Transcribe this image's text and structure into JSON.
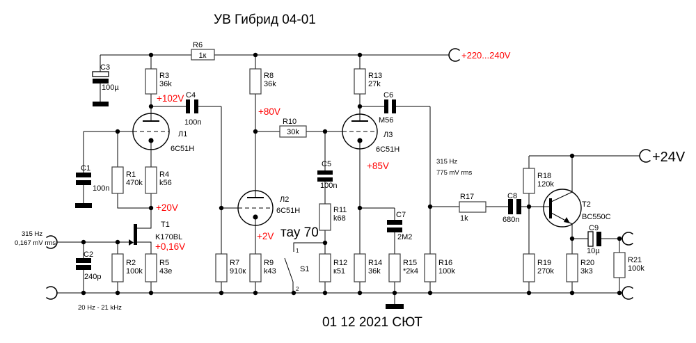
{
  "title": "УВ Гибрид 04-01",
  "signature": "01 12  2021 СЮТ",
  "power": {
    "hv": "+220...240V",
    "lv": "+24V"
  },
  "input": {
    "freq": "315 Hz",
    "level": "0,167 mV rms",
    "band": "20 Hz - 21 kHz"
  },
  "output": {
    "freq": "315 Hz",
    "level": "775 mV rms"
  },
  "note": "тау 70",
  "voltages": {
    "v1": "+102V",
    "v2": "+20V",
    "v3": "+0,16V",
    "v4": "+80V",
    "v5": "+2V",
    "v6": "+85V"
  },
  "resistors": {
    "R1": {
      "ref": "R1",
      "value": "470k"
    },
    "R2": {
      "ref": "R2",
      "value": "100k"
    },
    "R3": {
      "ref": "R3",
      "value": "36k"
    },
    "R4": {
      "ref": "R4",
      "value": "k56"
    },
    "R5": {
      "ref": "R5",
      "value": "43e"
    },
    "R6": {
      "ref": "R6",
      "value": "1к"
    },
    "R7": {
      "ref": "R7",
      "value": "910к"
    },
    "R8": {
      "ref": "R8",
      "value": "36k"
    },
    "R9": {
      "ref": "R9",
      "value": "k43"
    },
    "R10": {
      "ref": "R10",
      "value": "30k"
    },
    "R11": {
      "ref": "R11",
      "value": "k68"
    },
    "R12": {
      "ref": "R12",
      "value": "к51"
    },
    "R13": {
      "ref": "R13",
      "value": "27k"
    },
    "R14": {
      "ref": "R14",
      "value": "36k"
    },
    "R15": {
      "ref": "R15",
      "value": "*2k4"
    },
    "R16": {
      "ref": "R16",
      "value": "100k"
    },
    "R17": {
      "ref": "R17",
      "value": "1k"
    },
    "R18": {
      "ref": "R18",
      "value": "120k"
    },
    "R19": {
      "ref": "R19",
      "value": "270k"
    },
    "R20": {
      "ref": "R20",
      "value": "3k3"
    },
    "R21": {
      "ref": "R21",
      "value": "100k"
    }
  },
  "capacitors": {
    "C1": {
      "ref": "C1",
      "value": "100n"
    },
    "C2": {
      "ref": "C2",
      "value": "240p"
    },
    "C3": {
      "ref": "C3",
      "value": "100µ"
    },
    "C4": {
      "ref": "C4",
      "value": "100n"
    },
    "C5": {
      "ref": "C5",
      "value": "100n"
    },
    "C6": {
      "ref": "C6",
      "value": "M56"
    },
    "C7": {
      "ref": "C7",
      "value": "2M2"
    },
    "C8": {
      "ref": "C8",
      "value": "680n"
    },
    "C9": {
      "ref": "C9",
      "value": "10µ"
    }
  },
  "tubes": {
    "L1": {
      "ref": "Л1",
      "type": "6C51H"
    },
    "L2": {
      "ref": "Л2",
      "type": "6C51H"
    },
    "L3": {
      "ref": "Л3",
      "type": "6C51H"
    }
  },
  "semiconductors": {
    "T1": {
      "ref": "T1",
      "type": "K170BL"
    },
    "T2": {
      "ref": "T2",
      "type": "BC550C"
    }
  },
  "switch": {
    "ref": "S1",
    "c1": "1",
    "c2": "2"
  },
  "colors": {
    "voltage": "#ff0000",
    "wire": "#000000",
    "background": "#ffffff"
  }
}
